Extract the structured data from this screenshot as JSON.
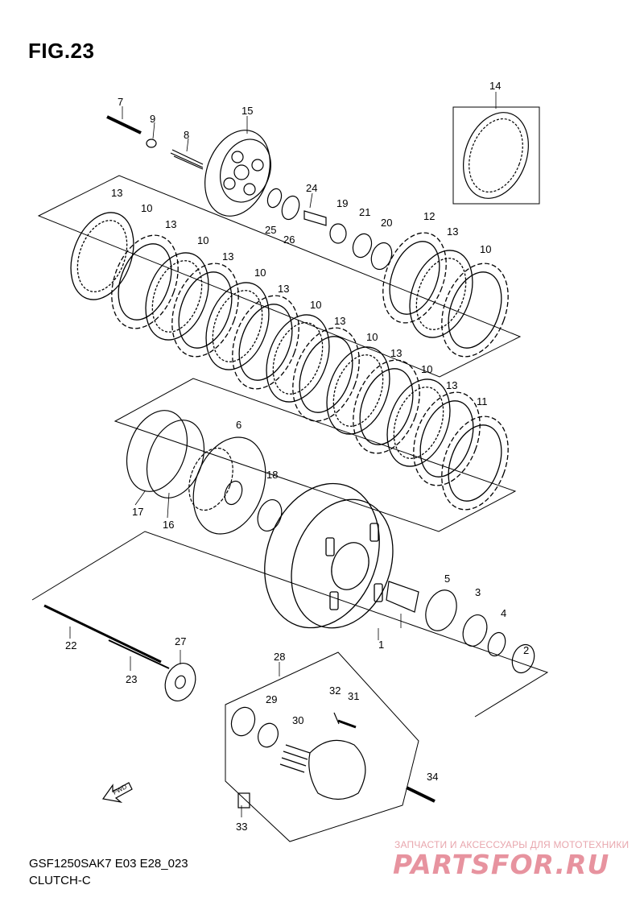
{
  "figure": {
    "title": "FIG.23",
    "model_code": "GSF1250SAK7 E03 E28_023",
    "group": "CLUTCH-C"
  },
  "watermark": {
    "tagline": "ЗАПЧАСТИ И АКСЕССУАРЫ ДЛЯ МОТОТЕХНИКИ",
    "brand": "PARTSFOR.RU",
    "color": "#e0707f"
  },
  "direction_marker": {
    "label": "FWD",
    "icon": "fwd-arrow-icon"
  },
  "callouts": [
    "1",
    "2",
    "3",
    "4",
    "5",
    "6",
    "7",
    "8",
    "9",
    "10",
    "10",
    "10",
    "10",
    "10",
    "10",
    "10",
    "11",
    "12",
    "13",
    "13",
    "13",
    "13",
    "13",
    "13",
    "13",
    "13",
    "13",
    "14",
    "15",
    "16",
    "17",
    "18",
    "19",
    "20",
    "21",
    "22",
    "23",
    "24",
    "25",
    "26",
    "27",
    "28",
    "29",
    "30",
    "31",
    "32",
    "33",
    "34"
  ]
}
